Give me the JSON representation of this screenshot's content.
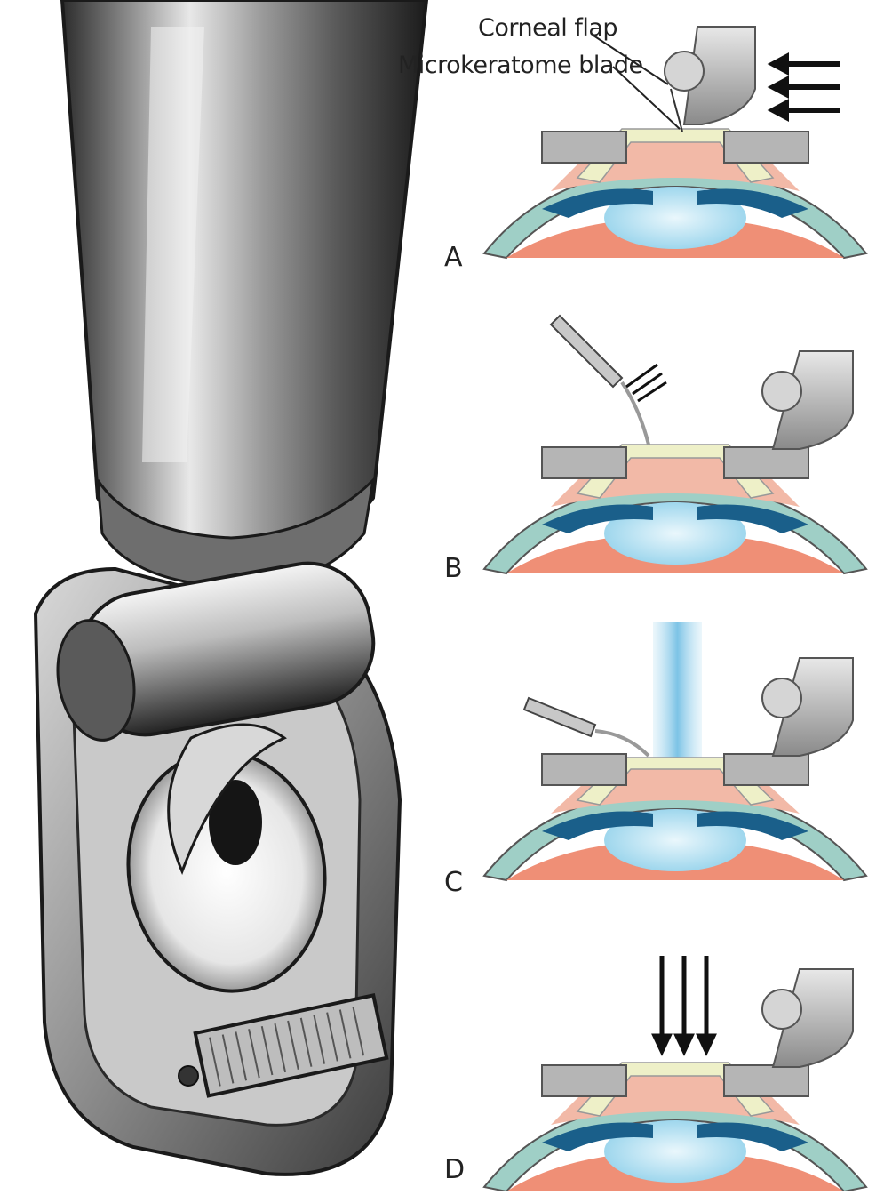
{
  "labels": {
    "corneal_flap": "Corneal flap",
    "microkeratome_blade": "Microkeratome blade"
  },
  "panels": [
    {
      "letter": "A"
    },
    {
      "letter": "B"
    },
    {
      "letter": "C"
    },
    {
      "letter": "D"
    }
  ],
  "colors": {
    "cornea_layer": "#9fcfc6",
    "iris": "#1a5f8a",
    "lens": "#a9dcef",
    "stroma": "#f2b9a7",
    "retina_band": "#ef8f76",
    "flap_layer": "#eef0c8",
    "metal": "#b5b5b5",
    "laser_beam": "#8ccbe8",
    "ink": "#1a1a1a"
  }
}
